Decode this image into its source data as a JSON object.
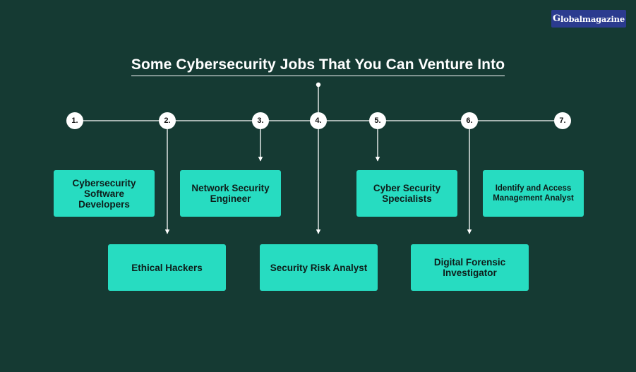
{
  "brand": {
    "logo_prefix": "G",
    "logo_text_a": "lobal",
    "logo_text_b": "magazine"
  },
  "title": "Some Cybersecurity Jobs That You Can Venture Into",
  "steps": [
    {
      "number": "1.",
      "job": "Cybersecurity Software Developers"
    },
    {
      "number": "2.",
      "job": "Ethical Hackers"
    },
    {
      "number": "3.",
      "job": "Network Security Engineer"
    },
    {
      "number": "4.",
      "job": "Security Risk Analyst"
    },
    {
      "number": "5.",
      "job": "Cyber Security Specialists"
    },
    {
      "number": "6.",
      "job": "Digital Forensic Investigator"
    },
    {
      "number": "7.",
      "job": "Identify and Access Management Analyst"
    }
  ],
  "colors": {
    "background": "#153a33",
    "box": "#27dcc1",
    "line": "#ffffff",
    "logo_bg": "#2b3b8f"
  }
}
